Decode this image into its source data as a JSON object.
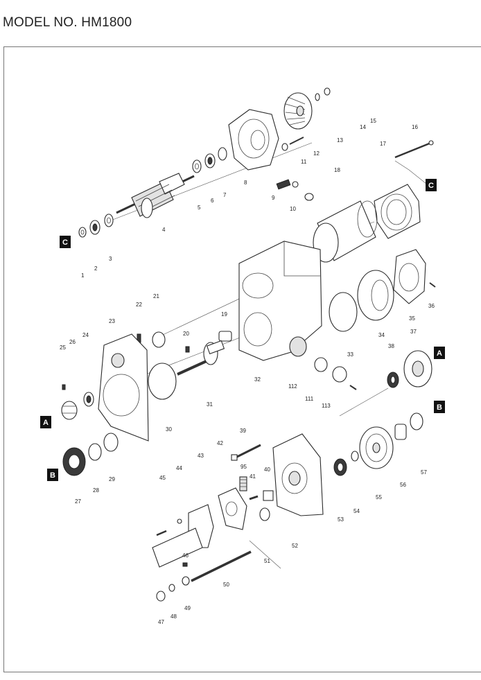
{
  "model_title": "MODEL NO. HM1800",
  "part_numbers": [
    "1",
    "2",
    "3",
    "4",
    "5",
    "6",
    "7",
    "8",
    "9",
    "10",
    "11",
    "12",
    "13",
    "14",
    "15",
    "16",
    "17",
    "18",
    "19",
    "20",
    "21",
    "22",
    "23",
    "24",
    "25",
    "26",
    "27",
    "28",
    "29",
    "30",
    "31",
    "32",
    "33",
    "34",
    "35",
    "36",
    "37",
    "38",
    "39",
    "40",
    "41",
    "42",
    "43",
    "44",
    "45",
    "46",
    "47",
    "48",
    "49",
    "50",
    "51",
    "52",
    "53",
    "54",
    "55",
    "56",
    "57",
    "95",
    "111",
    "112",
    "113"
  ],
  "reference_markers": [
    "A",
    "A",
    "B",
    "B",
    "C",
    "C"
  ]
}
